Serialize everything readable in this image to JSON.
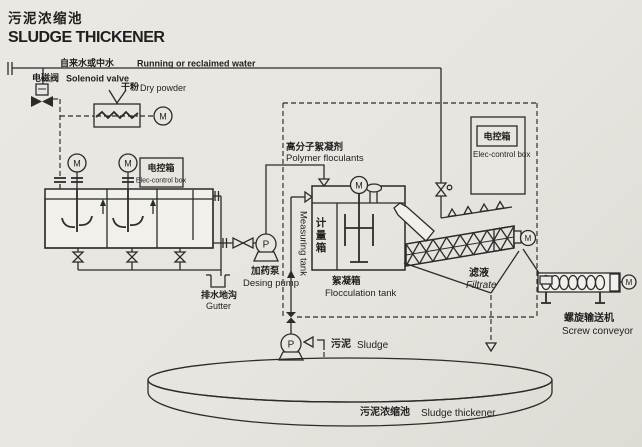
{
  "title": {
    "cn": "污泥浓缩池",
    "en": "SLUDGE THICKENER"
  },
  "labels": {
    "water": {
      "cn": "自来水或中水",
      "en": "Running or reclaimed water"
    },
    "solenoid": {
      "cn": "电磁阀",
      "en": "Solenoid valve"
    },
    "dry_powder": {
      "cn": "干粉",
      "en": "Dry powder"
    },
    "control_box1": {
      "cn": "电控箱",
      "en": "Elec-control box"
    },
    "gutter": {
      "cn": "排水地沟",
      "en": "Gutter"
    },
    "dosing_pump": {
      "cn": "加药泵",
      "en": "Desing pump"
    },
    "polymer": {
      "cn": "高分子絮凝剂",
      "en": "Polymer floculants"
    },
    "measuring": {
      "cn": "计量箱",
      "en": "Measuring tank"
    },
    "flocculation": {
      "cn": "絮凝箱",
      "en": "Flocculation tank"
    },
    "filtrate": {
      "cn": "滤液",
      "en": "Filtrate"
    },
    "control_box2": {
      "cn": "电控箱",
      "en": "Elec-control box"
    },
    "screw_conveyor": {
      "cn": "螺旋输送机",
      "en": "Screw conveyor"
    },
    "sludge": {
      "cn": "污泥",
      "en": "Sludge"
    },
    "thickener": {
      "cn": "污泥浓缩池",
      "en": "Sludge thickener"
    }
  },
  "symbols": {
    "motor": "M",
    "pump": "P"
  },
  "colors": {
    "dissolving_tank_water": "#2aa7df",
    "flocculation_tank": "#f2e93c",
    "screw_press": "#18a449",
    "thickener_top": "#f2ec3e",
    "line": "#2b2b2b",
    "background": "#e8e5e0"
  }
}
